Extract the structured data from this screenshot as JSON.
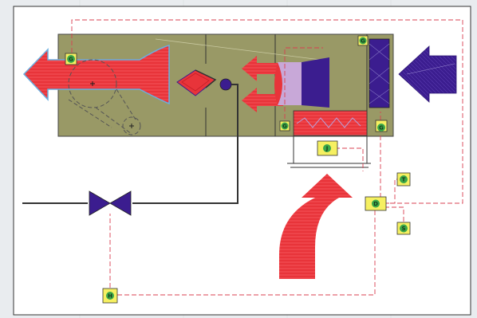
{
  "colors": {
    "background_stripe": "#e9ecef",
    "panel": "#ffffff",
    "housing": "#999966",
    "hot_air": "#e8343a",
    "hot_air_outline": "#6aaee0",
    "cold_air": "#3b1d8f",
    "light_purple": "#c8a8d8",
    "tag_fill": "#f6f061",
    "tag_dot": "#3aa84a",
    "signal_line": "#d94050",
    "pipe": "#333333",
    "dashed_gray": "#555555"
  },
  "tags": [
    {
      "id": "tag-exhaust-fan",
      "label": "G"
    },
    {
      "id": "tag-intake-damper",
      "label": "G"
    },
    {
      "id": "tag-heating-coil",
      "label": "G"
    },
    {
      "id": "tag-filter",
      "label": "G"
    },
    {
      "id": "tag-coil-sensor",
      "label": "J"
    },
    {
      "id": "tag-controller",
      "label": "D"
    },
    {
      "id": "tag-setpoint-upper",
      "label": "T"
    },
    {
      "id": "tag-setpoint-lower",
      "label": "S"
    },
    {
      "id": "tag-valve-actuator",
      "label": "H"
    }
  ],
  "icons": {
    "exhaust_arrow": "exhaust-arrow-icon",
    "intake_arrow": "intake-arrow-icon",
    "heat_arrow": "heat-arrow-icon",
    "valve": "valve-icon",
    "fan": "fan-icon"
  }
}
